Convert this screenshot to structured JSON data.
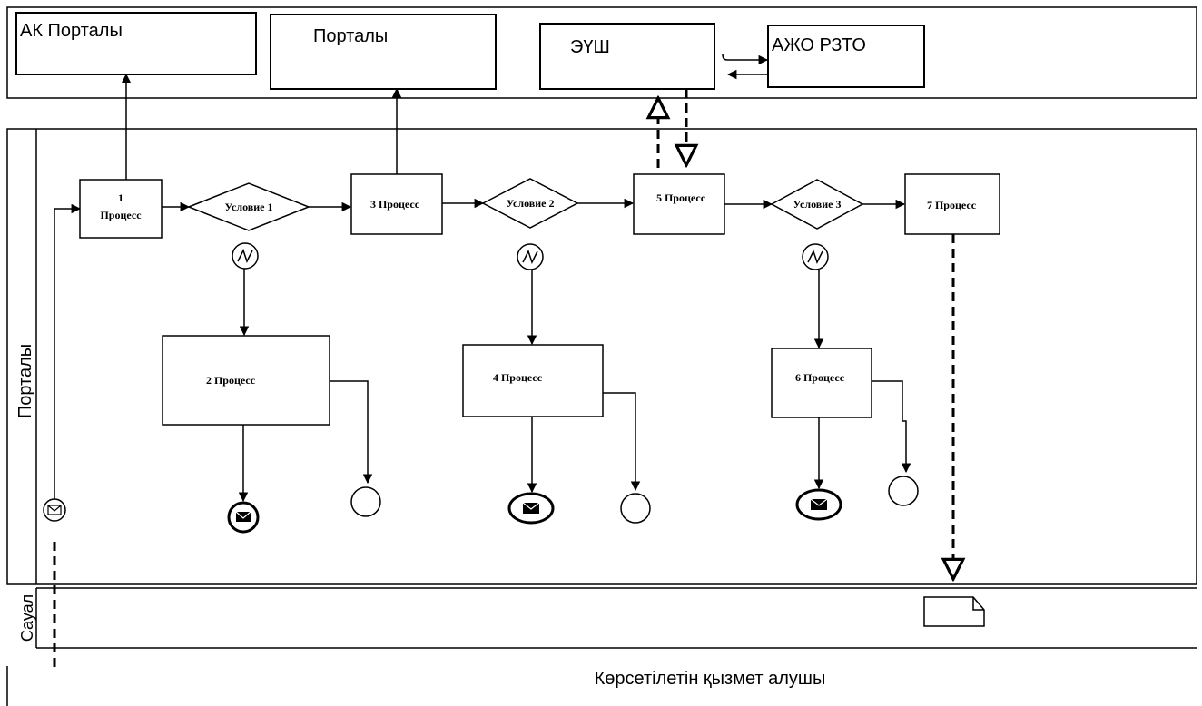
{
  "systems": {
    "ak_portal": "АК Порталы",
    "portal": "Порталы",
    "eush": "ЭҮШ",
    "azho": "АЖО РЗТО"
  },
  "lanes": {
    "portal": "Порталы",
    "request": "Сауал",
    "recipient": "Көрсетілетін қызмет алушы"
  },
  "processes": {
    "p1_num": "1",
    "p1_word": "Процесс",
    "p2": "2 Процесс",
    "p3": "3 Процесс",
    "p4": "4 Процесс",
    "p5": "5 Процесс",
    "p6": "6 Процесс",
    "p7": "7 Процесс"
  },
  "conditions": {
    "c1": "Условие 1",
    "c2": "Условие 2",
    "c3": "Условие 3"
  }
}
